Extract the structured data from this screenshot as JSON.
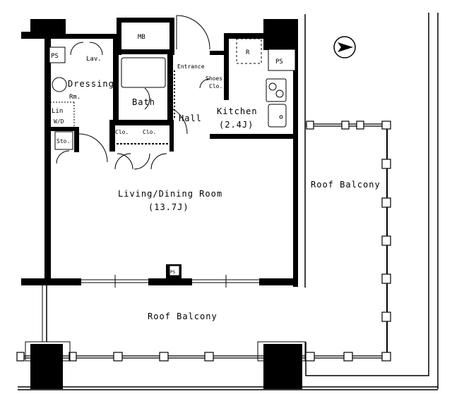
{
  "rooms": {
    "ps_left": "PS",
    "lav": "Lav.",
    "dressing": "Dressing",
    "dressing_rm": "Rm.",
    "lin": "Lin",
    "wd": "W/D",
    "sto": "Sto.",
    "mb": "MB",
    "bath": "Bath",
    "entrance": "Entrance",
    "shoes": "Shoes",
    "shoes_clo": "Clo.",
    "hall": "Hall",
    "kitchen": "Kitchen",
    "kitchen_size": "(2.4J)",
    "fridge": "R",
    "ps_right": "PS",
    "clo_1": "Clo.",
    "clo_2": "Clo.",
    "living": "Living/Dining Room",
    "living_size": "(13.7J)",
    "ps_bottom": "PS",
    "roof_balcony_right": "Roof Balcony",
    "roof_balcony_bottom": "Roof Balcony"
  },
  "icons": {
    "compass": "north-arrow-icon"
  },
  "colors": {
    "ink": "#000000",
    "paper": "#ffffff"
  }
}
